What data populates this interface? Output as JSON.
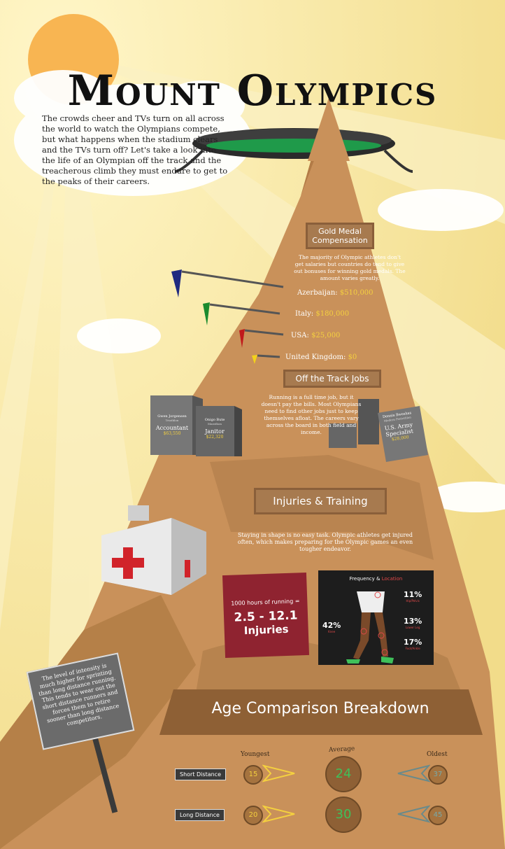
{
  "title": "Mount Olympics",
  "intro": "The crowds cheer and TVs turn on all across the world to watch the Olympians compete, but what happens when the stadium clears and the TVs turn off? Let's take a look into the life of an Olympian off the track and the treacherous climb they must endure to get to the peaks of their careers.",
  "gold": {
    "heading": "Gold Medal Compensation",
    "desc": "The majority of Olympic athletes don't get salaries but countries do tend to give out bonuses for winning gold medals. The amount varies greatly.",
    "items": [
      {
        "country": "Azerbaijan:",
        "amount": "$510,000",
        "flag": "#1f2a80"
      },
      {
        "country": "Italy:",
        "amount": "$180,000",
        "flag": "#1a8a2e"
      },
      {
        "country": "USA:",
        "amount": "$25,000",
        "flag": "#c0191b"
      },
      {
        "country": "United Kingdom:",
        "amount": "$0",
        "flag": "#f2d21a"
      }
    ]
  },
  "jobs": {
    "heading": "Off the Track Jobs",
    "desc": "Running is a full time job, but it doesn't pay the bills. Most Olympians need to find other jobs just to keep themselves afloat. The careers vary across the board in both field and income.",
    "cards": [
      {
        "name": "Gwen Jorgensen",
        "sport": "Triathlon",
        "job": "Accountant",
        "pay": "$63,550"
      },
      {
        "name": "Onigo Bute",
        "sport": "Marathon",
        "job": "Janitor",
        "pay": "$22,320"
      },
      {
        "name": "Dennis Bweshas",
        "sport": "Modern Pentathlon",
        "job": "U.S. Army Specialist",
        "pay": "$28,000"
      }
    ]
  },
  "injuries": {
    "heading": "Injuries & Training",
    "desc": "Staying in shape is no easy task. Olympic athletes get injured often, which makes preparing for the Olympic games an even tougher endeavor.",
    "hours_label": "1000 hours of running =",
    "hours_value": "2.5 - 12.1",
    "hours_unit": "Injuries",
    "freq_title_a": "Frequency &",
    "freq_title_b": "Location",
    "stats": [
      {
        "pct": "11%",
        "loc": "Hip/Pelvis"
      },
      {
        "pct": "42%",
        "loc": "Knee"
      },
      {
        "pct": "13%",
        "loc": "Lower Leg"
      },
      {
        "pct": "17%",
        "loc": "Foot/Ankle"
      }
    ]
  },
  "sign": "The level of intensity is much higher for sprinting than long distance running. This tends to wear out the short distance runners and forces them to retire sooner than long distance competitors.",
  "age": {
    "heading": "Age Comparison Breakdown",
    "col_youngest": "Youngest",
    "col_average": "Average",
    "col_oldest": "Oldest",
    "rows": [
      {
        "label": "Short Distance",
        "youngest": "15",
        "average": "24",
        "oldest": "37"
      },
      {
        "label": "Long Distance",
        "youngest": "20",
        "average": "30",
        "oldest": "45"
      }
    ]
  },
  "colors": {
    "mountain": "#c9915a",
    "mountain_dark": "#a8733e",
    "sky": "#f6e9a8",
    "sun": "#f8b552"
  }
}
